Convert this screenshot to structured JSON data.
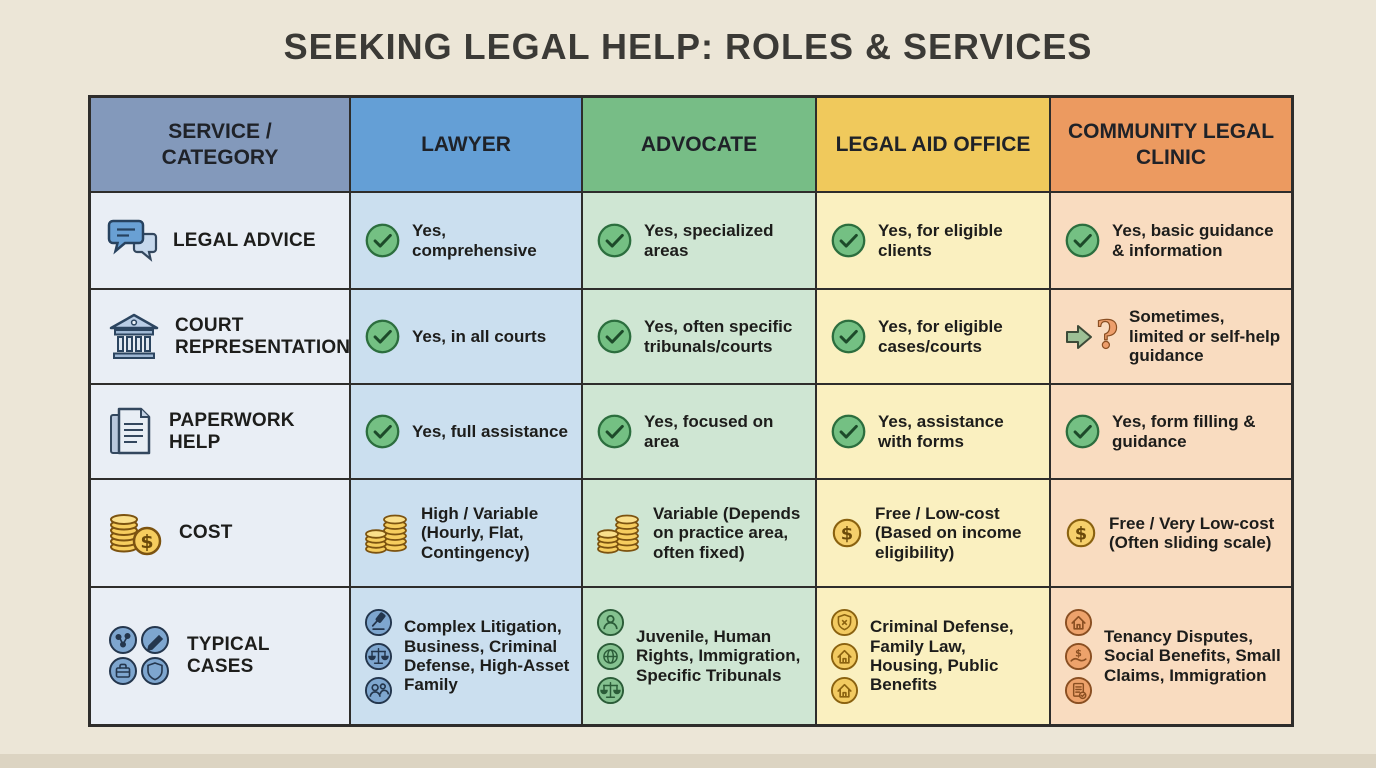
{
  "title": "SEEKING LEGAL HELP: ROLES & SERVICES",
  "colors": {
    "page_background": "#ece6d7",
    "table_border": "#2e2d2b",
    "check_green": "#74c083",
    "coin_gold": "#f6cd5e",
    "column_header_backgrounds": [
      "#8399bb",
      "#649fd6",
      "#77bd86",
      "#f0c95c",
      "#ec9a60"
    ],
    "column_body_backgrounds": [
      "#e9eef5",
      "#cbdfef",
      "#cfe6d3",
      "#faf0c0",
      "#f9dcc0"
    ]
  },
  "table": {
    "columns": [
      {
        "label": "SERVICE / CATEGORY"
      },
      {
        "label": "LAWYER"
      },
      {
        "label": "ADVOCATE"
      },
      {
        "label": "LEGAL AID OFFICE"
      },
      {
        "label": "COMMUNITY LEGAL CLINIC"
      }
    ],
    "rows": [
      {
        "category": "LEGAL ADVICE",
        "icon": "chat-bubbles-icon",
        "cells": [
          {
            "icon": "check-icon",
            "text": "Yes, comprehensive"
          },
          {
            "icon": "check-icon",
            "text": "Yes, specialized areas"
          },
          {
            "icon": "check-icon",
            "text": "Yes, for eligible clients"
          },
          {
            "icon": "check-icon",
            "text": "Yes, basic guidance & information"
          }
        ]
      },
      {
        "category": "COURT REPRESENTATION",
        "icon": "courthouse-icon",
        "cells": [
          {
            "icon": "check-icon",
            "text": "Yes, in all courts"
          },
          {
            "icon": "check-icon",
            "text": "Yes, often specific tribunals/courts"
          },
          {
            "icon": "check-icon",
            "text": "Yes, for eligible cases/courts"
          },
          {
            "icon": "arrow-question-icon",
            "text": "Sometimes, limited or self-help guidance"
          }
        ]
      },
      {
        "category": "PAPERWORK HELP",
        "icon": "documents-icon",
        "cells": [
          {
            "icon": "check-icon",
            "text": "Yes, full assistance"
          },
          {
            "icon": "check-icon",
            "text": "Yes, focused on area"
          },
          {
            "icon": "check-icon",
            "text": "Yes, assistance with forms"
          },
          {
            "icon": "check-icon",
            "text": "Yes, form filling & guidance"
          }
        ]
      },
      {
        "category": "COST",
        "icon": "coins-dollar-icon",
        "cells": [
          {
            "icon": "coins-stack-icon",
            "text": "High / Variable (Hourly, Flat, Contingency)"
          },
          {
            "icon": "coins-stack-icon",
            "text": "Variable (Depends on practice area, often fixed)"
          },
          {
            "icon": "dollar-coin-icon",
            "text": "Free / Low-cost (Based on income eligibility)"
          },
          {
            "icon": "dollar-coin-icon",
            "text": "Free / Very Low-cost (Often sliding scale)"
          }
        ]
      },
      {
        "category": "TYPICAL CASES",
        "icon": "case-grid-icon",
        "cells": [
          {
            "icons": [
              "gavel-icon",
              "scales-icon",
              "people-icon"
            ],
            "text": "Complex Litigation, Business, Criminal Defense, High-Asset Family"
          },
          {
            "icons": [
              "person-icon",
              "globe-icon",
              "scales-icon"
            ],
            "text": "Juvenile, Human Rights, Immigration, Specific Tribunals"
          },
          {
            "icons": [
              "shield-x-icon",
              "house-icon",
              "house-icon"
            ],
            "text": "Criminal Defense, Family Law, Housing, Public Benefits"
          },
          {
            "icons": [
              "house-icon",
              "hand-dollar-icon",
              "document-check-icon"
            ],
            "text": "Tenancy Disputes, Social Benefits, Small Claims, Immigration"
          }
        ]
      }
    ]
  }
}
